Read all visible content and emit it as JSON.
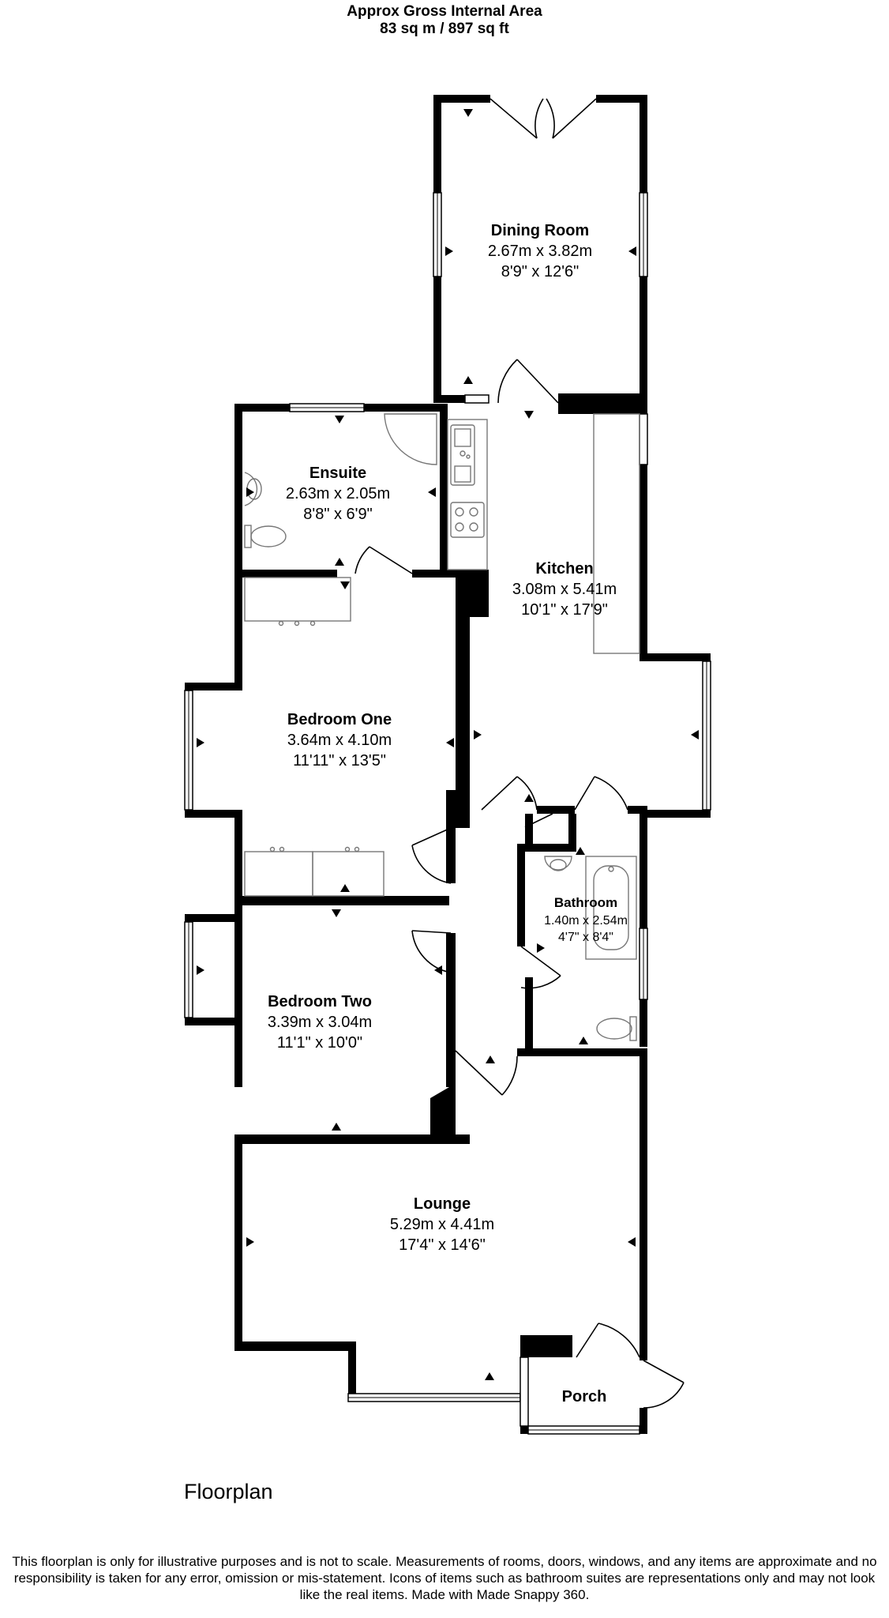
{
  "header": {
    "title": "Approx Gross Internal Area",
    "area": "83 sq m / 897 sq ft"
  },
  "rooms": {
    "dining": {
      "name": "Dining Room",
      "metric": "2.67m x 3.82m",
      "imperial": "8'9\" x 12'6\""
    },
    "ensuite": {
      "name": "Ensuite",
      "metric": "2.63m x 2.05m",
      "imperial": "8'8\" x 6'9\""
    },
    "kitchen": {
      "name": "Kitchen",
      "metric": "3.08m x 5.41m",
      "imperial": "10'1\" x 17'9\""
    },
    "bedroom1": {
      "name": "Bedroom One",
      "metric": "3.64m x 4.10m",
      "imperial": "11'11\" x 13'5\""
    },
    "bathroom": {
      "name": "Bathroom",
      "metric": "1.40m x 2.54m",
      "imperial": "4'7\" x 8'4\""
    },
    "bedroom2": {
      "name": "Bedroom Two",
      "metric": "3.39m x 3.04m",
      "imperial": "11'1\" x 10'0\""
    },
    "lounge": {
      "name": "Lounge",
      "metric": "5.29m x 4.41m",
      "imperial": "17'4\" x 14'6\""
    },
    "porch": {
      "name": "Porch"
    }
  },
  "plan_label": "Floorplan",
  "disclaimer": "This floorplan is only for illustrative purposes and is not to scale. Measurements of rooms, doors, windows, and any items are approximate and no responsibility is taken for any error, omission or mis-statement. Icons of items such as bathroom suites are representations only and may not look like the real items. Made with Made Snappy 360."
}
